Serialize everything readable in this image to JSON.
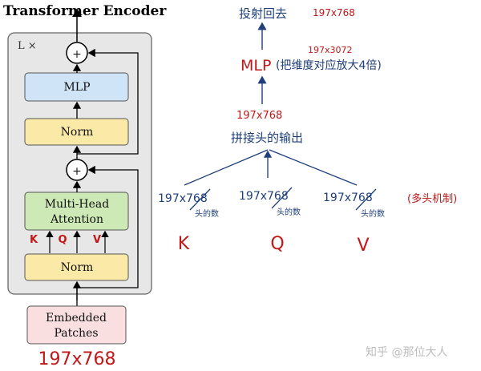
{
  "encoder": {
    "title": "Transformer Encoder",
    "repeat_label": "L ×",
    "blocks": {
      "mlp": "MLP",
      "norm_top": "Norm",
      "attention_line1": "Multi-Head",
      "attention_line2": "Attention",
      "norm_bottom": "Norm",
      "embedded_line1": "Embedded",
      "embedded_line2": "Patches"
    },
    "plus_symbol": "+",
    "qkv_small": [
      "K",
      "Q",
      "V"
    ],
    "input_dim": "197x768"
  },
  "notes": {
    "top_label": "投射回去",
    "top_dim": "197x768",
    "mlp_label": "MLP",
    "mlp_note": "(把维度对应放大4倍)",
    "mlp_dim": "197x3072",
    "concat_dim": "197x768",
    "concat_label": "拼接头的输出",
    "heads": [
      {
        "dim_top": "197x768",
        "dim_bottom": "头的数"
      },
      {
        "dim_top": "197x768",
        "dim_bottom": "头的数"
      },
      {
        "dim_top": "197x768",
        "dim_bottom": "头的数"
      }
    ],
    "multihead_note": "(多头机制)",
    "qkv_large": [
      "K",
      "Q",
      "V"
    ]
  },
  "watermark": "知乎 @那位大人",
  "colors": {
    "mlp_fill": "#cfe5f7",
    "norm_fill": "#fbe9a7",
    "attention_fill": "#cde9b5",
    "embedded_fill": "#f9dfe0",
    "encoder_bg": "#e7e7e7",
    "ink_blue": "#1f3f7a",
    "ink_red": "#c01818"
  }
}
